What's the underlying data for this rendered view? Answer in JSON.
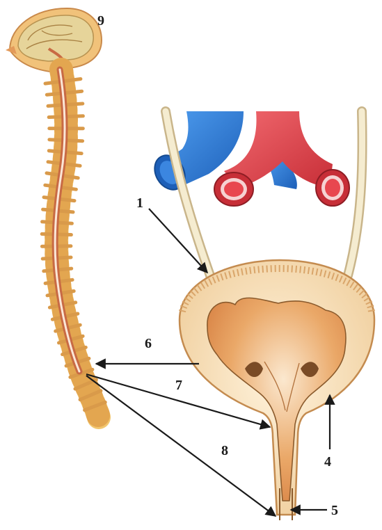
{
  "labels": {
    "l1": "1",
    "l4": "4",
    "l5": "5",
    "l6": "6",
    "l7": "7",
    "l8": "8",
    "l9": "9"
  },
  "colors": {
    "vein": "#2f7fd9",
    "artery": "#e8474f",
    "bone": "#f2c66e",
    "cord": "#c86a44",
    "bladder_wall": "#f4dcb4",
    "bladder_mucosa": "#e9a668",
    "arrow": "#1a1a1a"
  }
}
